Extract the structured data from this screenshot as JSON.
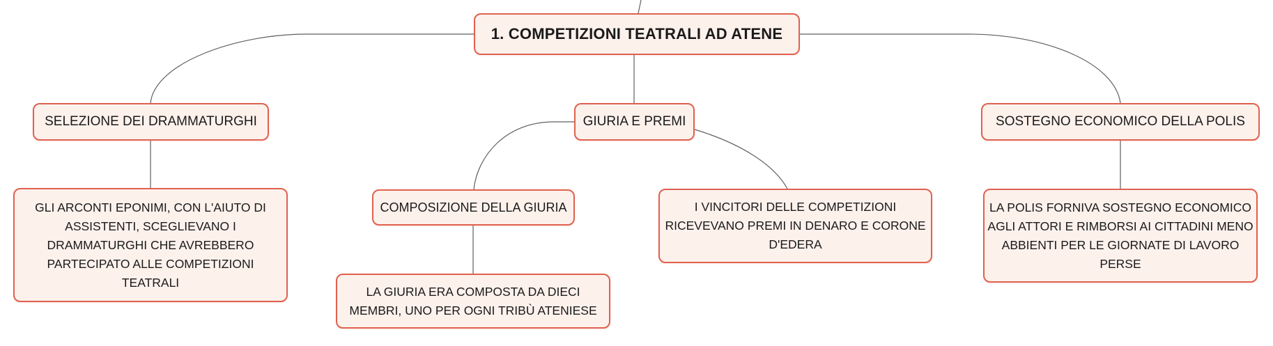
{
  "mindmap": {
    "root": {
      "label": "1. COMPETIZIONI TEATRALI AD ATENE"
    },
    "branches": [
      {
        "label": "SELEZIONE DEI DRAMMATURGHI",
        "children": [
          {
            "text": "GLI ARCONTI EPONIMI, CON L'AIUTO DI ASSISTENTI, SCEGLIEVANO I DRAMMATURGHI CHE AVREBBERO PARTECIPATO ALLE COMPETIZIONI TEATRALI"
          }
        ]
      },
      {
        "label": "GIURIA E PREMI",
        "children": [
          {
            "text": "COMPOSIZIONE DELLA GIURIA",
            "children": [
              {
                "text": "LA GIURIA ERA COMPOSTA DA DIECI MEMBRI, UNO PER OGNI TRIBÙ ATENIESE"
              }
            ]
          },
          {
            "text": "I VINCITORI DELLE COMPETIZIONI RICEVEVANO PREMI IN DENARO E CORONE D'EDERA"
          }
        ]
      },
      {
        "label": "SOSTEGNO ECONOMICO DELLA POLIS",
        "children": [
          {
            "text": "LA POLIS FORNIVA SOSTEGNO ECONOMICO AGLI ATTORI E RIMBORSI AI CITTADINI MENO ABBIENTI PER LE GIORNATE DI LAVORO PERSE"
          }
        ]
      }
    ]
  },
  "colors": {
    "node_border": "#e0614f",
    "node_fill": "#fdf1ec",
    "connector": "#5f5f5f",
    "text": "#1a1a1a"
  }
}
